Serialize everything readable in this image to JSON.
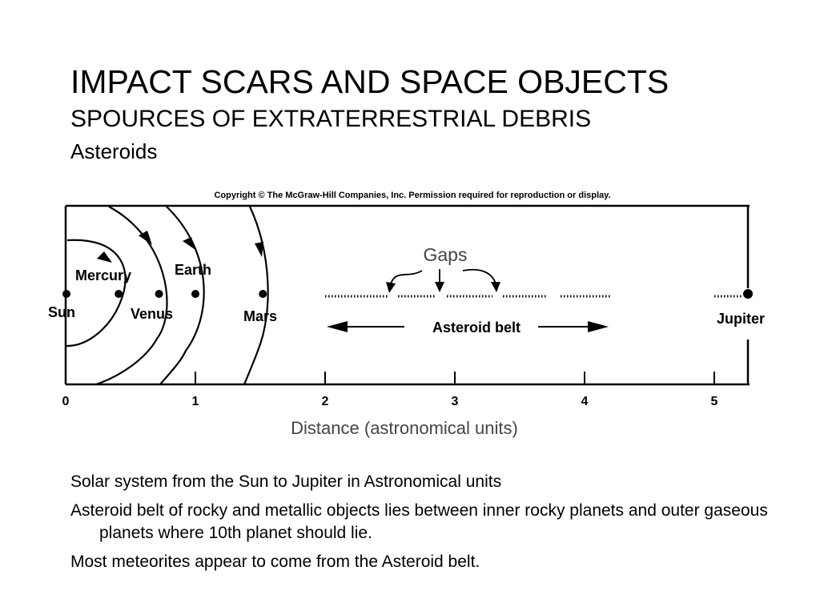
{
  "slide": {
    "title": "IMPACT SCARS AND SPACE OBJECTS",
    "subtitle": "SPOURCES OF EXTRATERRESTRIAL DEBRIS",
    "subsubtitle": "Asteroids"
  },
  "figure": {
    "copyright": "Copyright © The McGraw-Hill Companies, Inc. Permission required for reproduction or display.",
    "axis_label": "Distance (astronomical units)",
    "ticks": [
      "0",
      "1",
      "2",
      "3",
      "4",
      "5"
    ],
    "planets": [
      {
        "name": "Sun",
        "au": 0.0
      },
      {
        "name": "Mercury",
        "au": 0.39
      },
      {
        "name": "Venus",
        "au": 0.72
      },
      {
        "name": "Earth",
        "au": 1.0
      },
      {
        "name": "Mars",
        "au": 1.52
      },
      {
        "name": "Jupiter",
        "au": 5.2
      }
    ],
    "gaps_label": "Gaps",
    "belt_label": "Asteroid belt"
  },
  "bullets": [
    "Solar system from the Sun to Jupiter in Astronomical units",
    "Asteroid belt of rocky and metallic objects lies between inner rocky planets and outer gaseous planets where 10th planet should lie.",
    "Most meteorites appear to come from the Asteroid belt."
  ],
  "colors": {
    "ink": "#000000",
    "label_gray": "#444444"
  }
}
